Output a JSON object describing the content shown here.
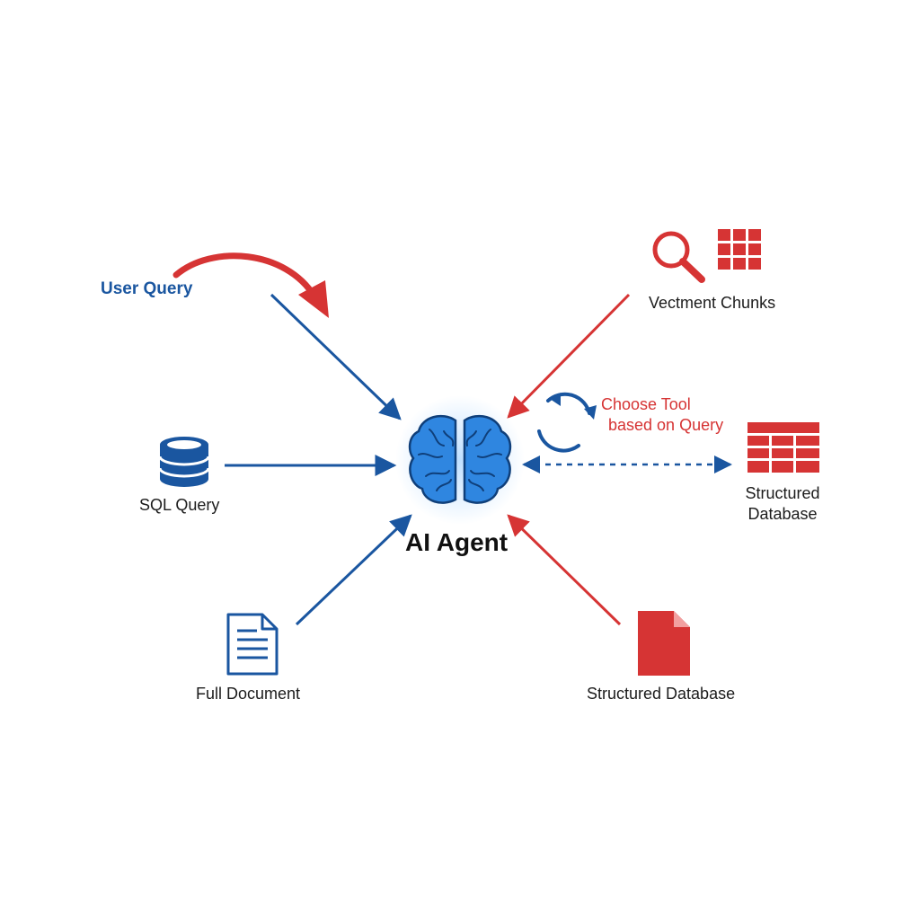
{
  "labels": {
    "user_query": "User Query",
    "sql_query": "SQL Query",
    "full_document": "Full Document",
    "ai_agent": "AI Agent",
    "vectment_chunks": "Vectment Chunks",
    "choose_tool_line1": "Choose Tool",
    "choose_tool_line2": "based on Query",
    "structured_database_right_line1": "Structured",
    "structured_database_right_line2": "Database",
    "structured_database_bottom": "Structured Database"
  },
  "icons": {
    "center": "brain-icon",
    "left_middle": "database-icon",
    "left_bottom": "document-icon",
    "right_top": [
      "magnifier-icon",
      "grid-icon"
    ],
    "right_middle": "table-icon",
    "right_bottom": "file-icon",
    "cycle": "refresh-icon"
  },
  "colors": {
    "blue": "#1a56a0",
    "red": "#d63434",
    "brain": "#2f86e0"
  }
}
